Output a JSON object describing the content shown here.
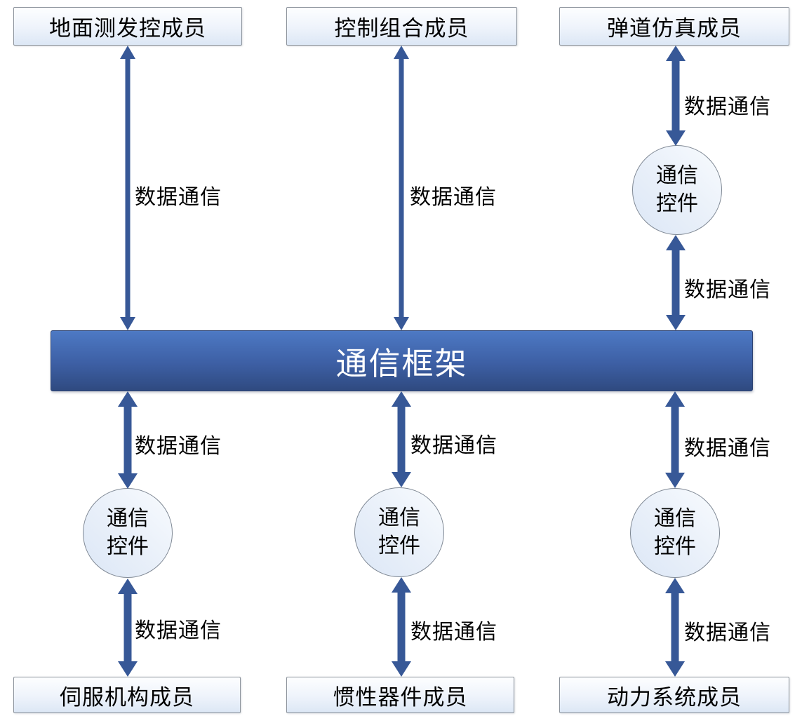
{
  "framework": {
    "label": "通信框架"
  },
  "edge_label": "数据通信",
  "control_node": {
    "line1": "通信",
    "line2": "控件"
  },
  "members": {
    "top": [
      {
        "label": "地面测发控成员"
      },
      {
        "label": "控制组合成员"
      },
      {
        "label": "弹道仿真成员"
      }
    ],
    "bottom": [
      {
        "label": "伺服机构成员"
      },
      {
        "label": "惯性器件成员"
      },
      {
        "label": "动力系统成员"
      }
    ]
  },
  "colors": {
    "arrow": "#375897",
    "bar_gradient_top": "#4D79C4",
    "bar_gradient_bottom": "#2F4A80",
    "bar_border": "#2C4272",
    "bar_text": "#FFFFFF",
    "node_fill_top": "#FDFEFF",
    "node_fill_bottom": "#DCE7F5",
    "node_border": "#8C939C",
    "label_text": "#000000"
  }
}
